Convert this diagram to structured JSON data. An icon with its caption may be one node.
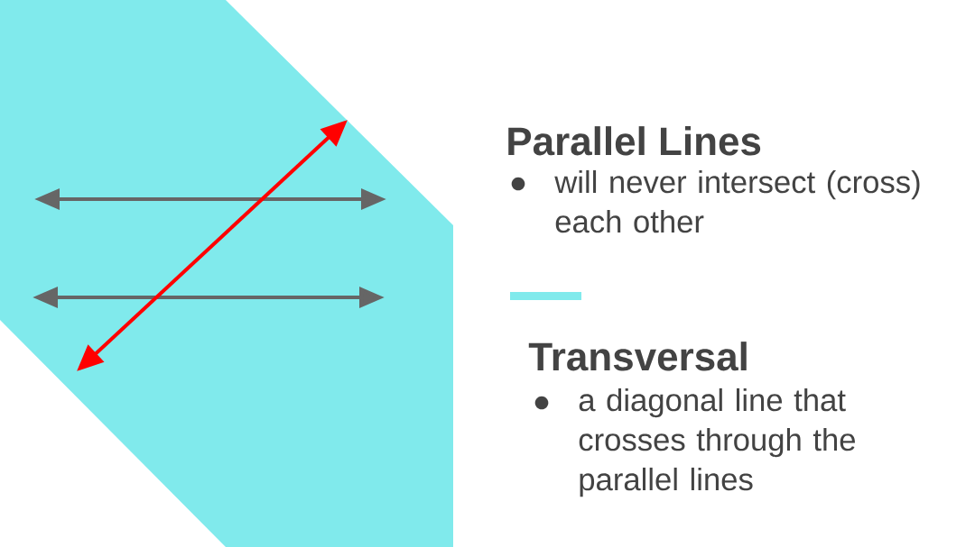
{
  "diagram": {
    "labels": [
      "Parallel Lines",
      "will never intersect (cross) each other",
      "Transversal",
      "a diagonal line that crosses through the parallel lines"
    ]
  }
}
